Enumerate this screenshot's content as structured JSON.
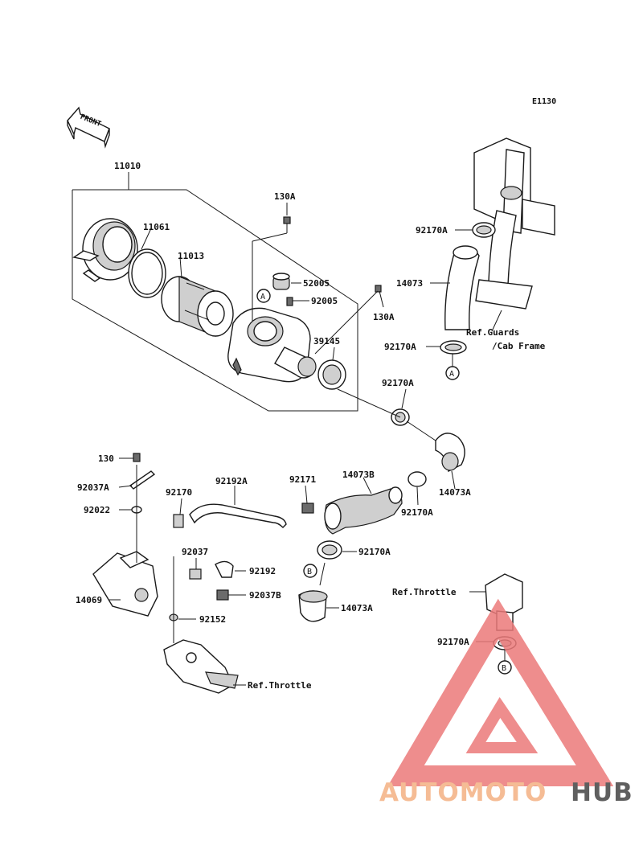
{
  "diagram_code": "E1130",
  "front_label": "FRONT",
  "brand": {
    "part1": "AUTOMOTO",
    "part2": "HUB",
    "color1": "#f4b183",
    "color2": "#444444",
    "logo_color": "#ec7a7a"
  },
  "reference_markers": [
    "A",
    "A",
    "B",
    "B"
  ],
  "labels": {
    "p11010": "11010",
    "p130A_top": "130A",
    "p11061": "11061",
    "p11013": "11013",
    "p52005": "52005",
    "p92005": "92005",
    "p130A_right": "130A",
    "p39145": "39145",
    "p92170A_1": "92170A",
    "p14073": "14073",
    "ref_guards_1": "Ref.Guards",
    "ref_guards_2": "/Cab Frame",
    "p92170A_2": "92170A",
    "p92170A_3": "92170A",
    "p130": "130",
    "p92037A": "92037A",
    "p92022": "92022",
    "p92170": "92170",
    "p92192A": "92192A",
    "p92171": "92171",
    "p14073B": "14073B",
    "p92170A_4": "92170A",
    "p14073A_1": "14073A",
    "p92037": "92037",
    "p92192": "92192",
    "p92170A_5": "92170A",
    "p14069": "14069",
    "p92037B": "92037B",
    "p92152": "92152",
    "p14073A_2": "14073A",
    "ref_throttle_1": "Ref.Throttle",
    "ref_throttle_2": "Ref.Throttle",
    "p92170A_6": "92170A"
  }
}
